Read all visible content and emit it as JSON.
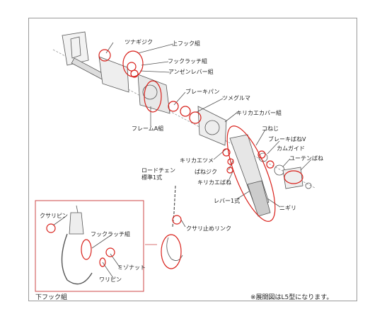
{
  "labels": {
    "tsunagijiku": "ツナギジク",
    "upper_hook_assembly": "上フック組",
    "hook_latch_assembly_top": "フックラッチ組",
    "anzen_lever_assembly": "アンゼンレバー組",
    "brake_pan": "ブレーキパン",
    "tsumeguruma": "ツメグルマ",
    "kirikae_cover_assembly": "キリカエカバー組",
    "frame_a_assembly": "フレームA組",
    "ko_neji": "コねじ",
    "brake_spring_v": "ブレーキばねV",
    "cam_guide": "カムガイド",
    "kirikae_tsume": "キリカエツメ",
    "yuuten_spring": "ユーテンばね",
    "bane_jiku": "ばねジク",
    "kirikae_spring": "キリカエばね",
    "lever_set": "レバー1式",
    "nigiri": "ニギリ",
    "load_chain": "ロードチェン\n標準1式",
    "kusari_stop_link": "クサリ止めリンク",
    "kusari_pin": "クサリピン",
    "hook_latch_assembly_bottom": "フックラッチ組",
    "mizo_nut": "ミゾナット",
    "wari_pin": "ワリピン",
    "lower_hook_assembly": "下フック組"
  },
  "footnote": "※展開図はL5型になります。",
  "colors": {
    "highlight": "#d9211b",
    "line": "#555555",
    "frame": "#9a9a9a"
  }
}
